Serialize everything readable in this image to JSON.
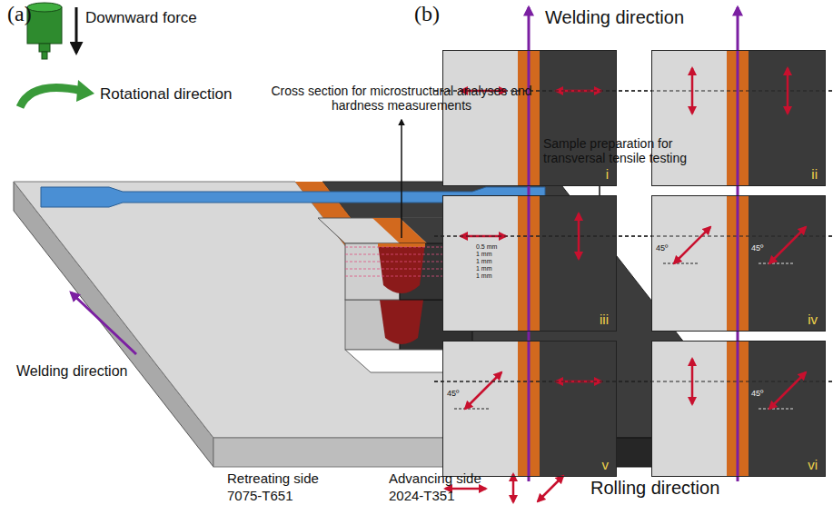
{
  "diagram": {
    "nodes": [
      {
        "text": [
          "i"
        ]
      },
      {
        "text": [
          "ii"
        ]
      },
      {
        "text": [
          "iii"
        ]
      },
      {
        "text": [
          "iv"
        ]
      },
      {
        "text": [
          "v"
        ]
      },
      {
        "text": [
          "vi"
        ]
      }
    ],
    "labels": [
      "(a)",
      "Downward force",
      "Rotational direction",
      "Cross section for microstructural analyses and hardness measurements",
      "Sample preparation for transversal tensile testing",
      "0.5 mm",
      "1 mm",
      "1 mm",
      "1 mm",
      "1 mm",
      "Welding direction",
      "Retreating side",
      "Advancing side",
      "7075-T651",
      "2024-T351",
      "(b)",
      "Welding direction",
      "45º",
      "45º",
      "45º",
      "45º"
    ],
    "legend": [
      {
        "text": "Rolling direction"
      }
    ]
  }
}
